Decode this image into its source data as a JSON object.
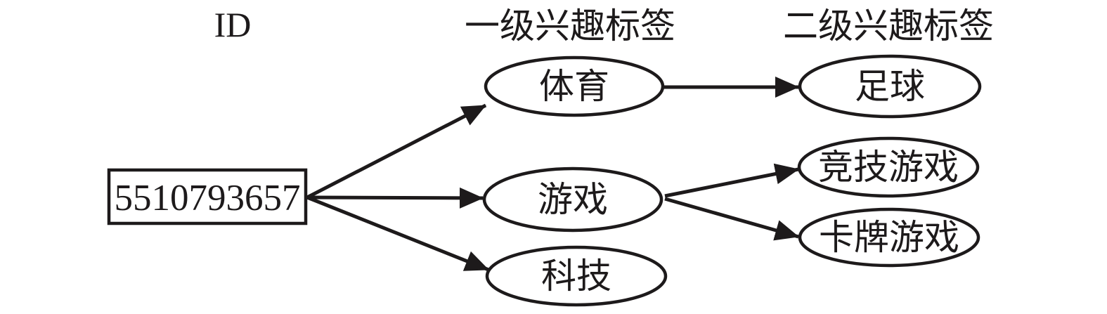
{
  "diagram": {
    "headers": {
      "id": "ID",
      "level1": "一级兴趣标签",
      "level2": "二级兴趣标签"
    },
    "id_node": {
      "value": "5510793657"
    },
    "level1_nodes": [
      {
        "label": "体育"
      },
      {
        "label": "游戏"
      },
      {
        "label": "科技"
      }
    ],
    "level2_nodes": [
      {
        "label": "足球"
      },
      {
        "label": "竞技游戏"
      },
      {
        "label": "卡牌游戏"
      }
    ],
    "edges": [
      {
        "from": "5510793657",
        "to": "体育"
      },
      {
        "from": "5510793657",
        "to": "游戏"
      },
      {
        "from": "5510793657",
        "to": "科技"
      },
      {
        "from": "体育",
        "to": "足球"
      },
      {
        "from": "游戏",
        "to": "竞技游戏"
      },
      {
        "from": "游戏",
        "to": "卡牌游戏"
      }
    ],
    "colors": {
      "ink": "#1d1a1b",
      "background": "#ffffff"
    }
  }
}
